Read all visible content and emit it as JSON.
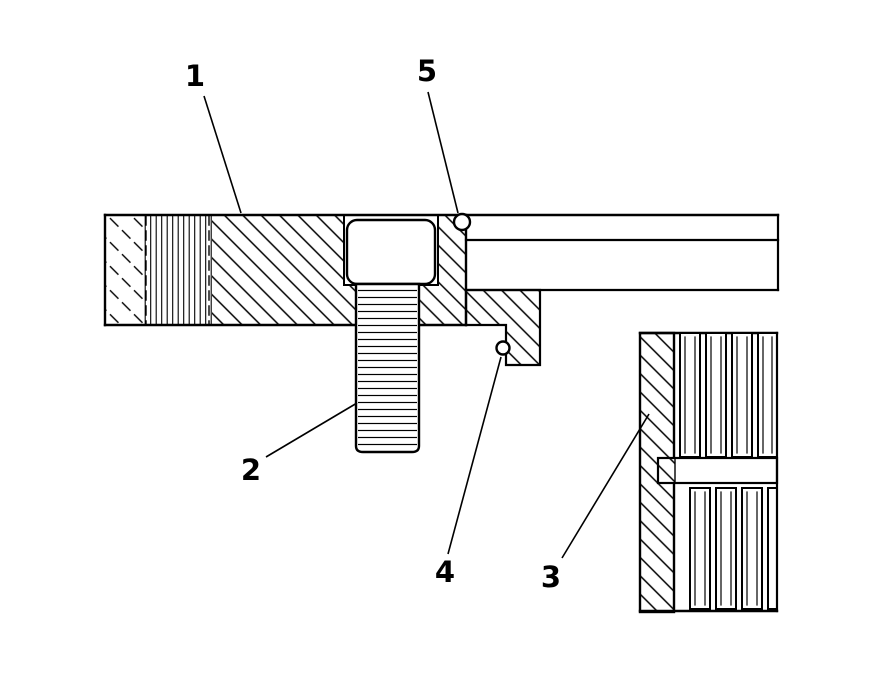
{
  "figure": {
    "background_color": "#ffffff",
    "line_color": "#000000",
    "callouts": [
      {
        "label": "1"
      },
      {
        "label": "2"
      },
      {
        "label": "3"
      },
      {
        "label": "4"
      },
      {
        "label": "5"
      }
    ]
  }
}
